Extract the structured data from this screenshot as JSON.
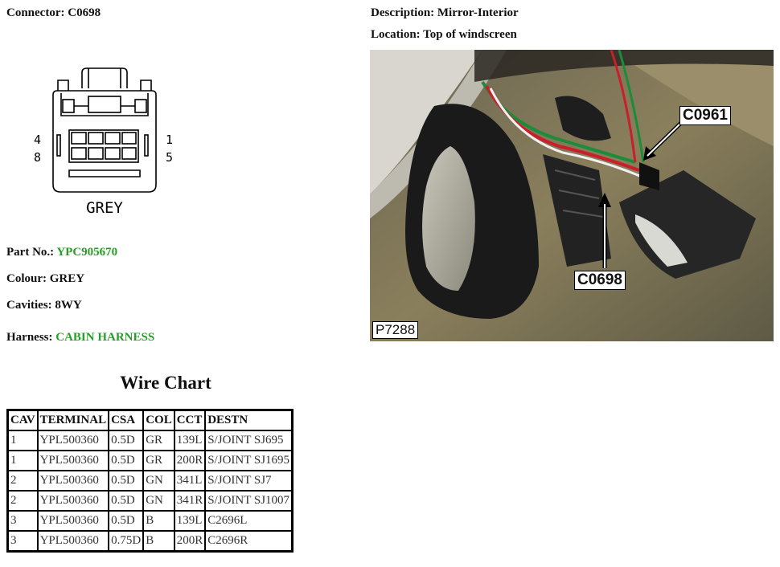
{
  "header": {
    "connector": "Connector: C0698",
    "description": "Description: Mirror-Interior",
    "location": "Location: Top of windscreen"
  },
  "diagram": {
    "pin_top_left": "4",
    "pin_bottom_left": "8",
    "pin_top_right": "1",
    "pin_bottom_right": "5",
    "colour_label": "GREY"
  },
  "details": {
    "part_no_label": "Part No.: ",
    "part_no_value": "YPC905670",
    "colour": "Colour: GREY",
    "cavities": "Cavities: 8WY",
    "harness_label": "Harness: ",
    "harness_value": "CABIN HARNESS",
    "value_color": "#23a023"
  },
  "photo": {
    "callout_1": "C0961",
    "callout_2": "C0698",
    "photo_id": "P7288"
  },
  "wire_chart": {
    "title": "Wire Chart",
    "headers": [
      "CAV",
      "TERMINAL",
      "CSA",
      "COL",
      "CCT",
      "DESTN"
    ],
    "rows": [
      [
        "1",
        "YPL500360",
        "0.5D",
        "GR",
        "139L",
        "S/JOINT SJ695"
      ],
      [
        "1",
        "YPL500360",
        "0.5D",
        "GR",
        "200R",
        "S/JOINT SJ1695"
      ],
      [
        "2",
        "YPL500360",
        "0.5D",
        "GN",
        "341L",
        "S/JOINT SJ7"
      ],
      [
        "2",
        "YPL500360",
        "0.5D",
        "GN",
        "341R",
        "S/JOINT SJ1007"
      ],
      [
        "3",
        "YPL500360",
        "0.5D",
        "B",
        "139L",
        "C2696L"
      ],
      [
        "3",
        "YPL500360",
        "0.75D",
        "B",
        "200R",
        "C2696R"
      ]
    ]
  }
}
